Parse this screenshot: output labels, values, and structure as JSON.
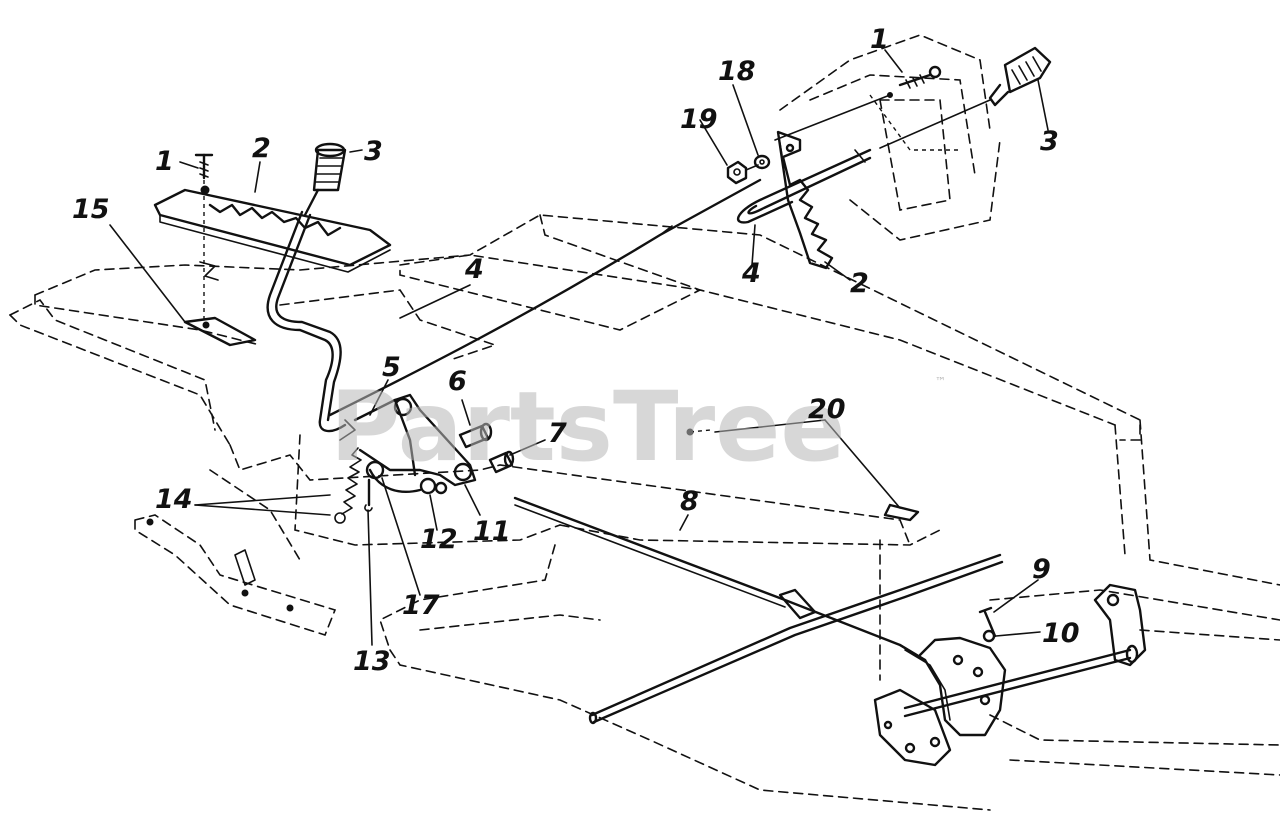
{
  "watermark": {
    "text": "PartsTree",
    "trademark": "™",
    "color": "#b8b8b8"
  },
  "callouts": {
    "c1_left": "1",
    "c2_left": "2",
    "c3_left": "3",
    "c4_left": "4",
    "c15": "15",
    "c5": "5",
    "c6": "6",
    "c7": "7",
    "c20": "20",
    "c14": "14",
    "c12": "12",
    "c11": "11",
    "c17": "17",
    "c13": "13",
    "c8": "8",
    "c9": "9",
    "c10": "10",
    "c1_right": "1",
    "c18": "18",
    "c19": "19",
    "c3_right": "3",
    "c4_right": "4",
    "c2_right": "2"
  }
}
